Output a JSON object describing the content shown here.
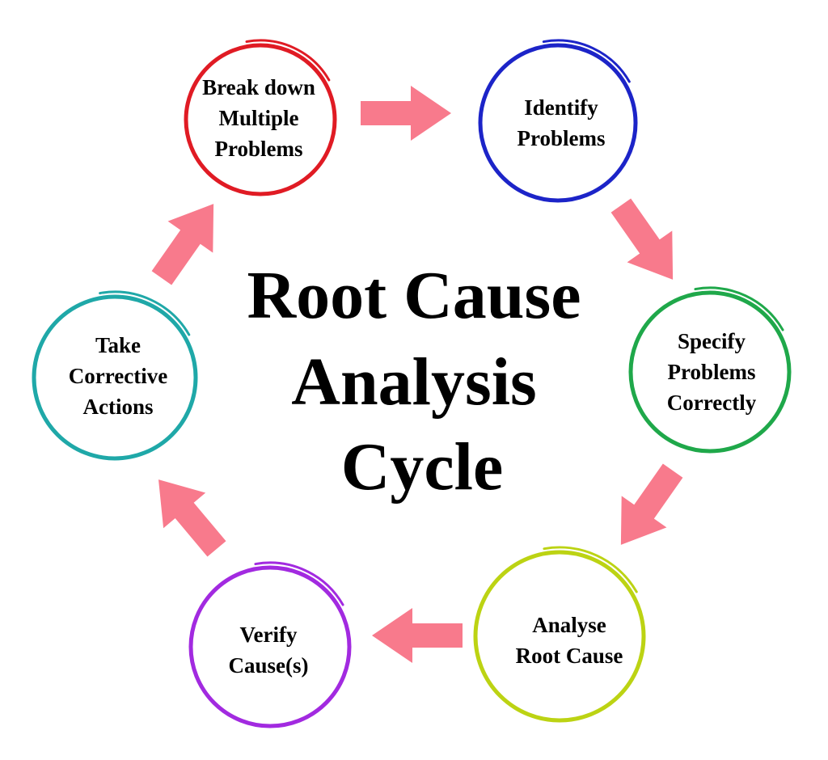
{
  "diagram": {
    "title": [
      "Root Cause",
      "Analysis",
      "Cycle"
    ],
    "arrow_color": "#f87a8c",
    "nodes": [
      {
        "id": "break-down",
        "lines": [
          "Break down",
          "Multiple",
          "Problems"
        ],
        "color": "#e01b24"
      },
      {
        "id": "identify",
        "lines": [
          "Identify",
          "Problems"
        ],
        "color": "#1c24c8"
      },
      {
        "id": "specify",
        "lines": [
          "Specify",
          "Problems",
          "Correctly"
        ],
        "color": "#1fa84a"
      },
      {
        "id": "analyse",
        "lines": [
          "Analyse",
          "Root Cause"
        ],
        "color": "#bcd313"
      },
      {
        "id": "verify",
        "lines": [
          "Verify",
          "Cause(s)"
        ],
        "color": "#a22ae0"
      },
      {
        "id": "take-corrective",
        "lines": [
          "Take",
          "Corrective",
          "Actions"
        ],
        "color": "#1fa8a8"
      }
    ],
    "edges": [
      {
        "from": "break-down",
        "to": "identify"
      },
      {
        "from": "identify",
        "to": "specify"
      },
      {
        "from": "specify",
        "to": "analyse"
      },
      {
        "from": "analyse",
        "to": "verify"
      },
      {
        "from": "verify",
        "to": "take-corrective"
      },
      {
        "from": "take-corrective",
        "to": "break-down"
      }
    ]
  }
}
